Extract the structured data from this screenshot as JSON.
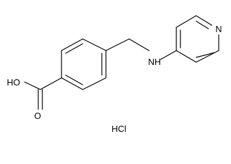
{
  "molecule": {
    "atoms": {
      "oh": "HO",
      "carbonyl_o": "O",
      "amine_nh": "NH",
      "pyridine_n": "N"
    },
    "salt": "HCl"
  }
}
